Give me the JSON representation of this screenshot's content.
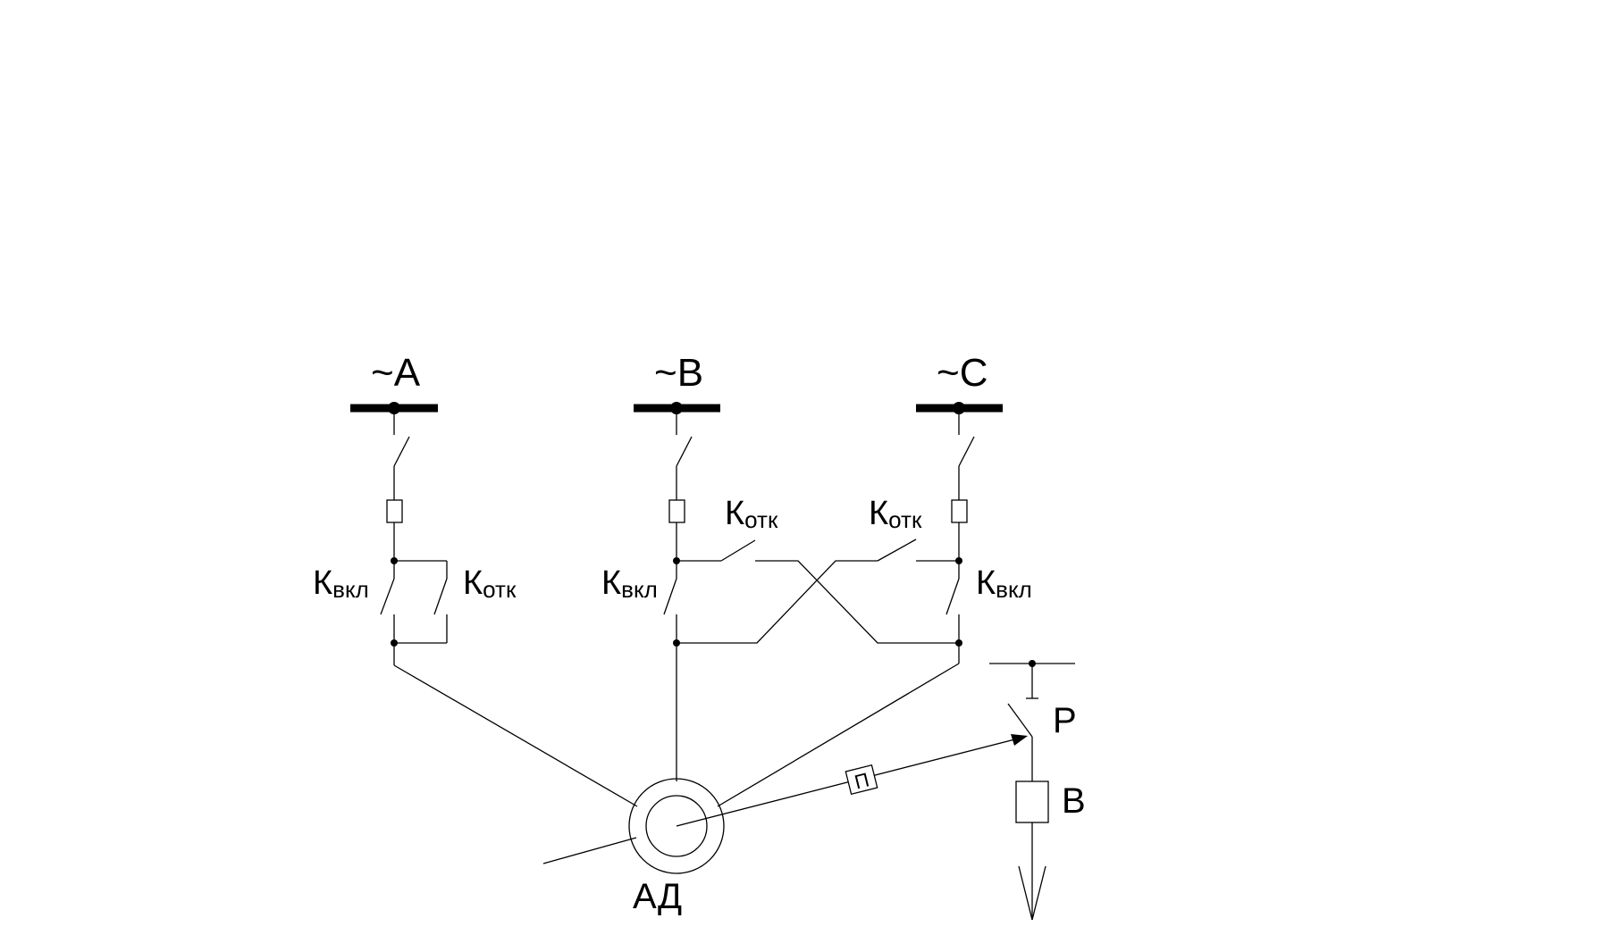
{
  "phases": [
    {
      "symbol": "~",
      "letter": "A"
    },
    {
      "symbol": "~",
      "letter": "B"
    },
    {
      "symbol": "~",
      "letter": "C"
    }
  ],
  "contacts": {
    "on": {
      "main": "К",
      "sub": "вкл"
    },
    "off": {
      "main": "К",
      "sub": "отк"
    }
  },
  "motor_label": "АД",
  "relay_label": "Р",
  "coil_label": "В",
  "sensor_label": "П"
}
